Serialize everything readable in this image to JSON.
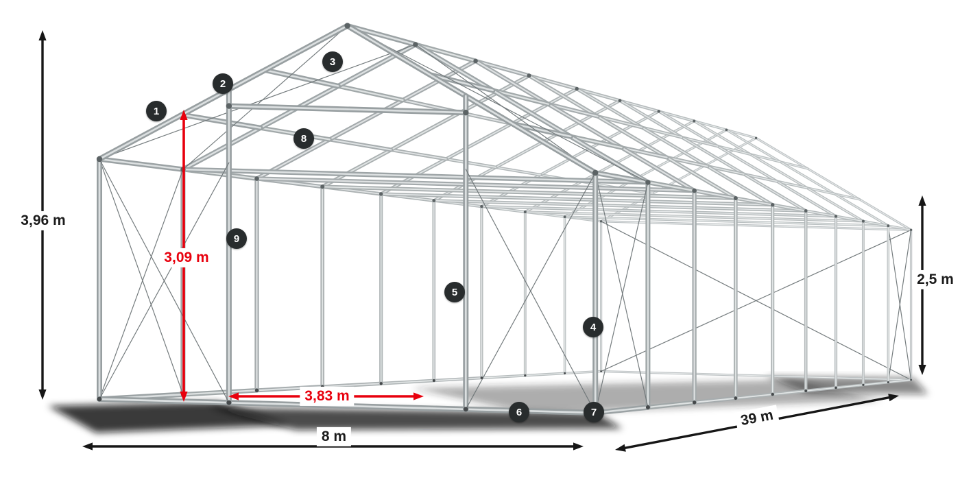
{
  "diagram": {
    "dimensions": {
      "total_height": "3,96 m",
      "inner_height": "3,09 m",
      "inner_width": "3,83 m",
      "width": "8 m",
      "length": "39 m",
      "side_height": "2,5 m"
    },
    "markers": [
      "1",
      "2",
      "3",
      "4",
      "5",
      "6",
      "7",
      "8",
      "9"
    ],
    "colors": {
      "dimension_red": "#e8000d",
      "dimension_black": "#161616",
      "frame_gray": "#a9b0b2",
      "marker_bg": "#282c2d"
    }
  }
}
